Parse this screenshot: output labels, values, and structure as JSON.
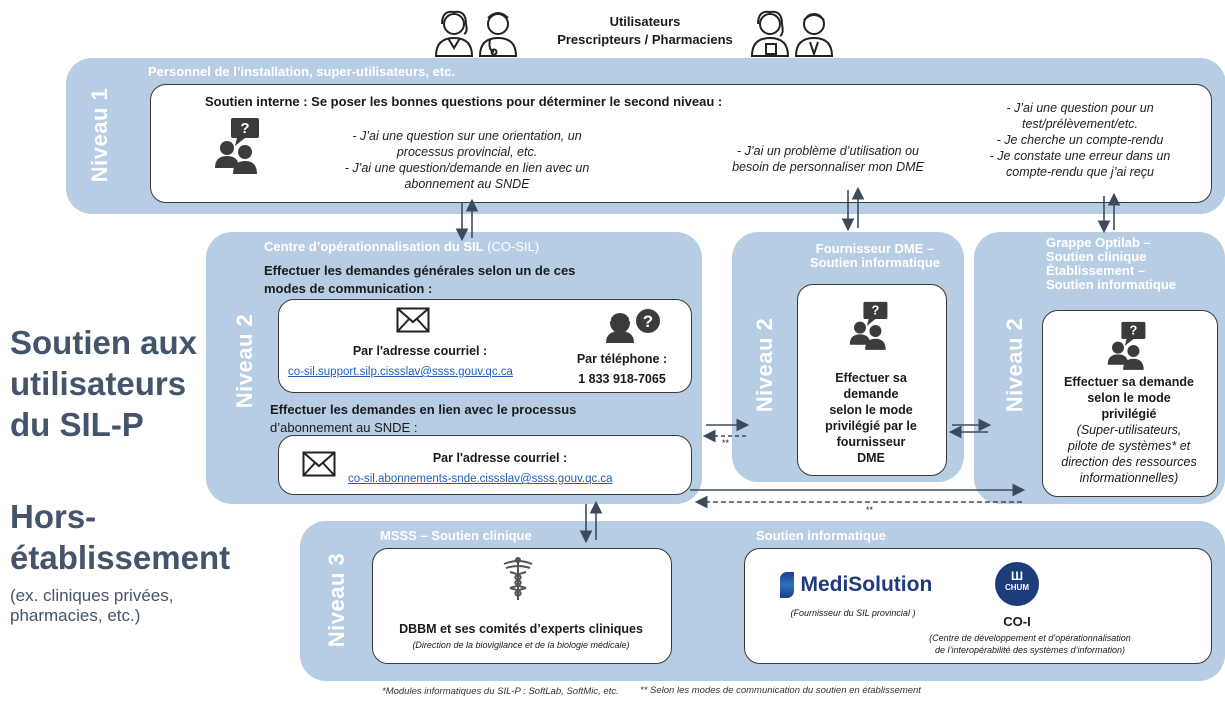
{
  "header": {
    "title": "Utilisateurs",
    "subtitle": "Prescripteurs / Pharmaciens"
  },
  "icons": {
    "users_left": "people-icon",
    "users_right": "people-icon",
    "question_people": "people-question-icon",
    "envelope": "envelope-icon",
    "phone_question": "phone-question-icon",
    "caduceus": "caduceus-icon",
    "chum": "chum-logo"
  },
  "colors": {
    "band": "#b7cde4",
    "side_text": "#44546a",
    "link": "#1f5fbf"
  },
  "sidebar": {
    "main_title_lines": [
      "Soutien aux",
      "utilisateurs",
      "du SIL-P"
    ],
    "sub_title_lines": [
      "Hors-",
      "établissement"
    ],
    "examples_lines": [
      "(ex. cliniques privées,",
      "pharmacies, etc.)"
    ]
  },
  "niveau1": {
    "level_label": "Niveau 1",
    "band_title": "Personnel de l’installation, super-utilisateurs, etc.",
    "heading": "Soutien interne : Se poser les bonnes questions pour déterminer le second niveau :",
    "col1_lines": [
      "- J’ai une question sur une orientation, un",
      "processus provincial, etc.",
      "- J’ai une question/demande en lien avec un",
      "abonnement au SNDE"
    ],
    "col2_lines": [
      "- J’ai un problème d’utilisation ou",
      "besoin de personnaliser mon DME"
    ],
    "col3_lines": [
      "- J’ai une question pour un",
      "test/prélèvement/etc.",
      "- Je cherche un compte-rendu",
      "- Je constate une erreur dans un",
      "compte-rendu que j’ai reçu"
    ]
  },
  "niveau2_cosil": {
    "level_label": "Niveau 2",
    "title_bold": "Centre d’opérationnalisation du SIL",
    "title_rest": " (CO-SIL)",
    "general_heading_lines": [
      "Effectuer les demandes générales selon un de ces",
      "modes de communication :"
    ],
    "email_label": "Par l'adresse courriel :",
    "email_general": "co-sil.support.silp.cissslav@ssss.gouv.qc.ca",
    "phone_label": "Par téléphone :",
    "phone_number": "1 833 918-7065",
    "snde_heading_lines": [
      "Effectuer les demandes en lien avec le processus",
      "d’abonnement au SNDE :"
    ],
    "snde_email_label": "Par l'adresse courriel :",
    "email_snde": "co-sil.abonnements-snde.cissslav@ssss.gouv.qc.ca"
  },
  "niveau2_dme": {
    "level_label": "Niveau 2",
    "title_lines": [
      "Fournisseur DME –",
      "Soutien informatique"
    ],
    "body_lines": [
      "Effectuer sa",
      "demande",
      "selon le mode",
      "privilégié par le",
      "fournisseur",
      "DME"
    ]
  },
  "niveau2_optilab": {
    "level_label": "Niveau 2",
    "title_lines": [
      "Grappe Optilab –",
      "Soutien clinique",
      "Établissement –",
      "Soutien informatique"
    ],
    "body_bold_lines": [
      "Effectuer sa demande",
      "selon le mode",
      "privilégié"
    ],
    "body_italic_lines": [
      "(Super-utilisateurs,",
      "pilote de systèmes* et",
      "direction des ressources",
      "informationnelles)"
    ]
  },
  "niveau3": {
    "level_label": "Niveau 3",
    "msss_title": "MSSS – Soutien clinique",
    "dbbm_title": "DBBM et ses comités d’experts cliniques",
    "dbbm_sub": "(Direction de la biovigilance et de la biologie médicale)",
    "info_title": "Soutien informatique",
    "medisolution_brand": "MediSolution",
    "medisolution_sub": "(Fournisseur du SIL provincial )",
    "chum_logo_text": "CHUM",
    "coi_title": "CO-I",
    "coi_sub_lines": [
      "(Centre de développement et d’opérationnalisation",
      "de l’interopérabilité des systèmes d’information)"
    ]
  },
  "arrows": {
    "double_star_mark": "**"
  },
  "footnotes": {
    "left": "*Modules informatiques du SIL-P : SoftLab, SoftMic, etc.",
    "right": "** Selon les modes de communication du soutien en établissement"
  }
}
